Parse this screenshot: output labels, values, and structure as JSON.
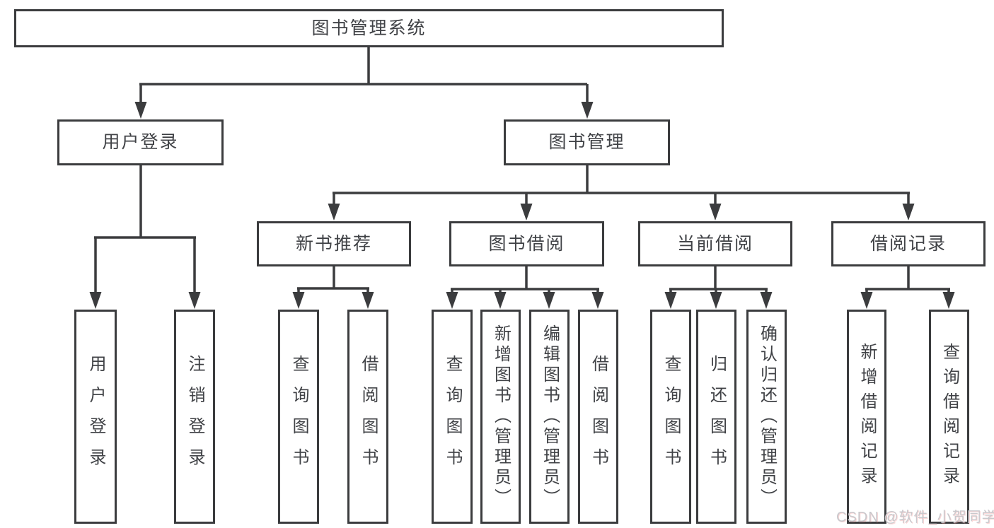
{
  "colors": {
    "line": "#3b3c3e",
    "text": "#404246",
    "background": "#ffffff",
    "watermark": "#c9c9cd"
  },
  "watermark": {
    "text": "CSDN @软件_小贺同学"
  },
  "tree": {
    "label": "图书管理系统",
    "children": [
      {
        "label": "用户登录",
        "children": [
          {
            "label": "用户登录"
          },
          {
            "label": "注销登录"
          }
        ]
      },
      {
        "label": "图书管理",
        "children": [
          {
            "label": "新书推荐",
            "children": [
              {
                "label": "查询图书"
              },
              {
                "label": "借阅图书"
              }
            ]
          },
          {
            "label": "图书借阅",
            "children": [
              {
                "label": "查询图书"
              },
              {
                "label": "新增图书（管理员）"
              },
              {
                "label": "编辑图书（管理员）"
              },
              {
                "label": "借阅图书"
              }
            ]
          },
          {
            "label": "当前借阅",
            "children": [
              {
                "label": "查询图书"
              },
              {
                "label": "归还图书"
              },
              {
                "label": "确认归还（管理员）"
              }
            ]
          },
          {
            "label": "借阅记录",
            "children": [
              {
                "label": "新增借阅记录"
              },
              {
                "label": "查询借阅记录"
              }
            ]
          }
        ]
      }
    ]
  }
}
